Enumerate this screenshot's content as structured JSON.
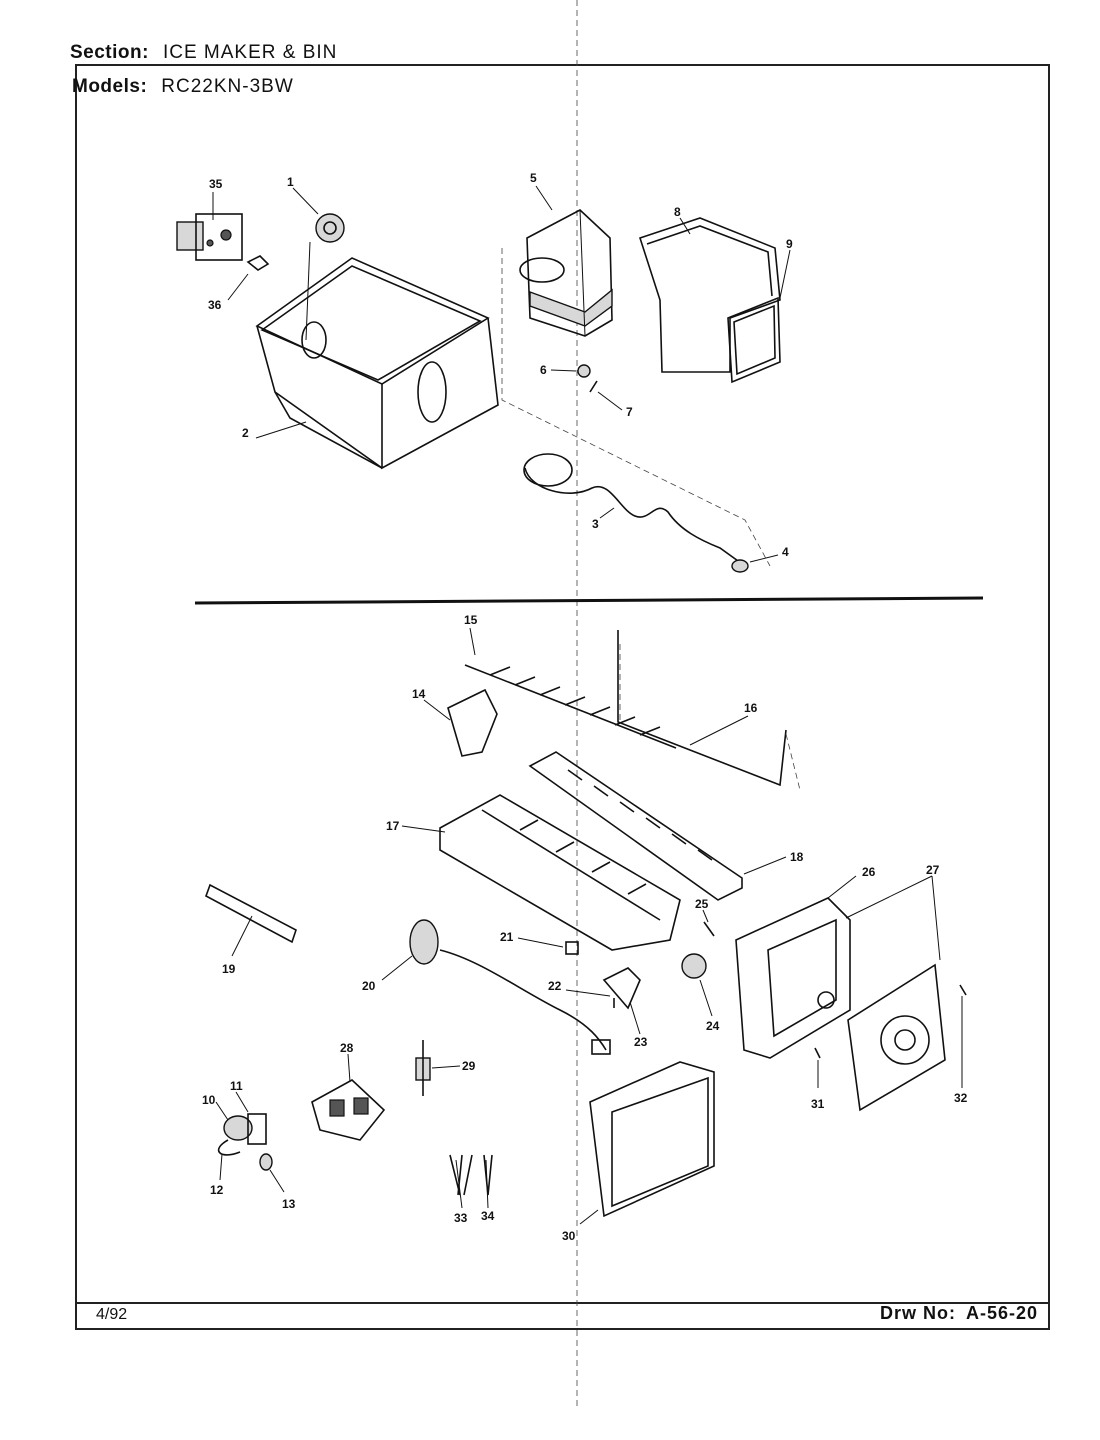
{
  "header": {
    "section_label": "Section:",
    "section_value": "ICE MAKER & BIN",
    "models_label": "Models:",
    "models_value": "RC22KN-3BW"
  },
  "footer": {
    "date": "4/92",
    "drawing_label": "Drw No:",
    "drawing_number": "A-56-20"
  },
  "callouts": [
    "1",
    "2",
    "3",
    "4",
    "5",
    "6",
    "7",
    "8",
    "9",
    "10",
    "11",
    "12",
    "13",
    "14",
    "15",
    "16",
    "17",
    "18",
    "19",
    "20",
    "21",
    "22",
    "23",
    "24",
    "25",
    "26",
    "27",
    "28",
    "29",
    "30",
    "31",
    "32",
    "33",
    "34",
    "35",
    "36"
  ]
}
